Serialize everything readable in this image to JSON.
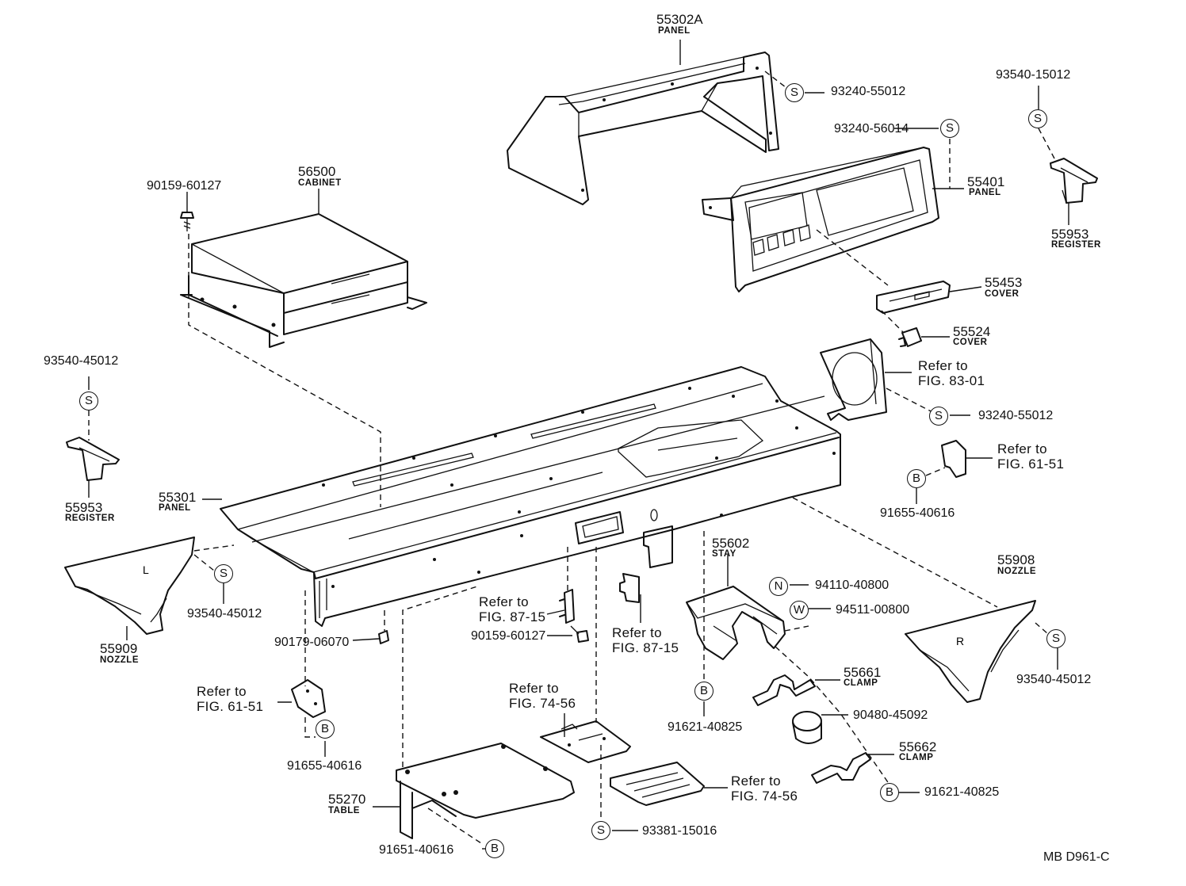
{
  "parts": {
    "p55302a": {
      "number": "55302A",
      "name": "PANEL"
    },
    "p56500": {
      "number": "56500",
      "name": "CABINET"
    },
    "p55401": {
      "number": "55401",
      "name": "PANEL"
    },
    "p55953_r": {
      "number": "55953",
      "name": "REGISTER"
    },
    "p55453": {
      "number": "55453",
      "name": "COVER"
    },
    "p55524": {
      "number": "55524",
      "name": "COVER"
    },
    "p55953_l": {
      "number": "55953",
      "name": "REGISTER"
    },
    "p55301": {
      "number": "55301",
      "name": "PANEL"
    },
    "p55909": {
      "number": "55909",
      "name": "NOZZLE"
    },
    "p55602": {
      "number": "55602",
      "name": "STAY"
    },
    "p55908": {
      "number": "55908",
      "name": "NOZZLE"
    },
    "p55661": {
      "number": "55661",
      "name": "CLAMP"
    },
    "p55662": {
      "number": "55662",
      "name": "CLAMP"
    },
    "p55270": {
      "number": "55270",
      "name": "TABLE"
    }
  },
  "fasteners": {
    "f93240_55012_top": {
      "number": "93240-55012",
      "symbol": "S"
    },
    "f93240_56014": {
      "number": "93240-56014",
      "symbol": "S"
    },
    "f93540_15012": {
      "number": "93540-15012",
      "symbol": "S"
    },
    "f90159_60127_top": {
      "number": "90159-60127"
    },
    "f93540_45012_tl": {
      "number": "93540-45012",
      "symbol": "S"
    },
    "f93240_55012_mid": {
      "number": "93240-55012",
      "symbol": "S"
    },
    "f91655_40616_r": {
      "number": "91655-40616",
      "symbol": "B"
    },
    "f93540_45012_l": {
      "number": "93540-45012",
      "symbol": "S"
    },
    "f90179_06070": {
      "number": "90179-06070"
    },
    "f90159_60127_mid": {
      "number": "90159-60127"
    },
    "f94110_40800": {
      "number": "94110-40800",
      "symbol": "N"
    },
    "f94511_00800": {
      "number": "94511-00800",
      "symbol": "W"
    },
    "f93540_45012_r": {
      "number": "93540-45012",
      "symbol": "S"
    },
    "f91621_40825_a": {
      "number": "91621-40825",
      "symbol": "B"
    },
    "f90480_45092": {
      "number": "90480-45092"
    },
    "f91655_40616_l": {
      "number": "91655-40616",
      "symbol": "B"
    },
    "f91621_40825_b": {
      "number": "91621-40825",
      "symbol": "B"
    },
    "f93381_15016": {
      "number": "93381-15016",
      "symbol": "S"
    },
    "f91651_40616": {
      "number": "91651-40616",
      "symbol": "B"
    }
  },
  "references": {
    "ref_83_01": {
      "line1": "Refer to",
      "line2": "FIG. 83-01"
    },
    "ref_61_51_r": {
      "line1": "Refer to",
      "line2": "FIG. 61-51"
    },
    "ref_87_15_a": {
      "line1": "Refer to",
      "line2": "FIG. 87-15"
    },
    "ref_87_15_b": {
      "line1": "Refer to",
      "line2": "FIG. 87-15"
    },
    "ref_61_51_l": {
      "line1": "Refer to",
      "line2": "FIG. 61-51"
    },
    "ref_74_56_a": {
      "line1": "Refer to",
      "line2": "FIG. 74-56"
    },
    "ref_74_56_b": {
      "line1": "Refer to",
      "line2": "FIG. 74-56"
    }
  },
  "nozzle_marks": {
    "left": "L",
    "right": "R"
  },
  "figure_code": "MB  D961-C"
}
